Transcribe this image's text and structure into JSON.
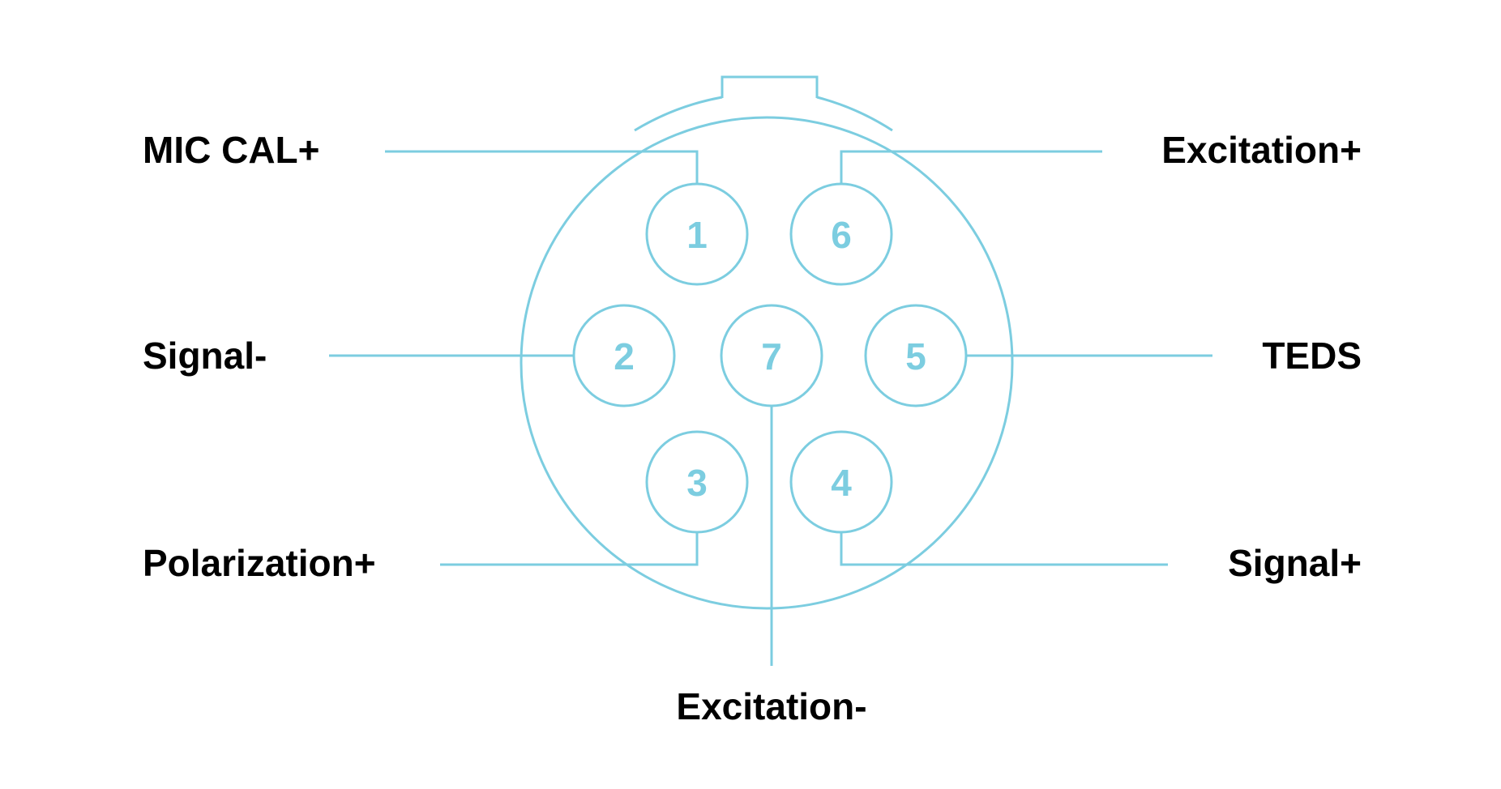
{
  "colors": {
    "line": "#7ccde0",
    "text": "#000000",
    "background": "#ffffff"
  },
  "pins": [
    {
      "number": "1",
      "signal": "MIC CAL+"
    },
    {
      "number": "2",
      "signal": "Signal-"
    },
    {
      "number": "3",
      "signal": "Polarization+"
    },
    {
      "number": "4",
      "signal": "Signal+"
    },
    {
      "number": "5",
      "signal": "TEDS"
    },
    {
      "number": "6",
      "signal": "Excitation+"
    },
    {
      "number": "7",
      "signal": "Excitation-"
    }
  ]
}
